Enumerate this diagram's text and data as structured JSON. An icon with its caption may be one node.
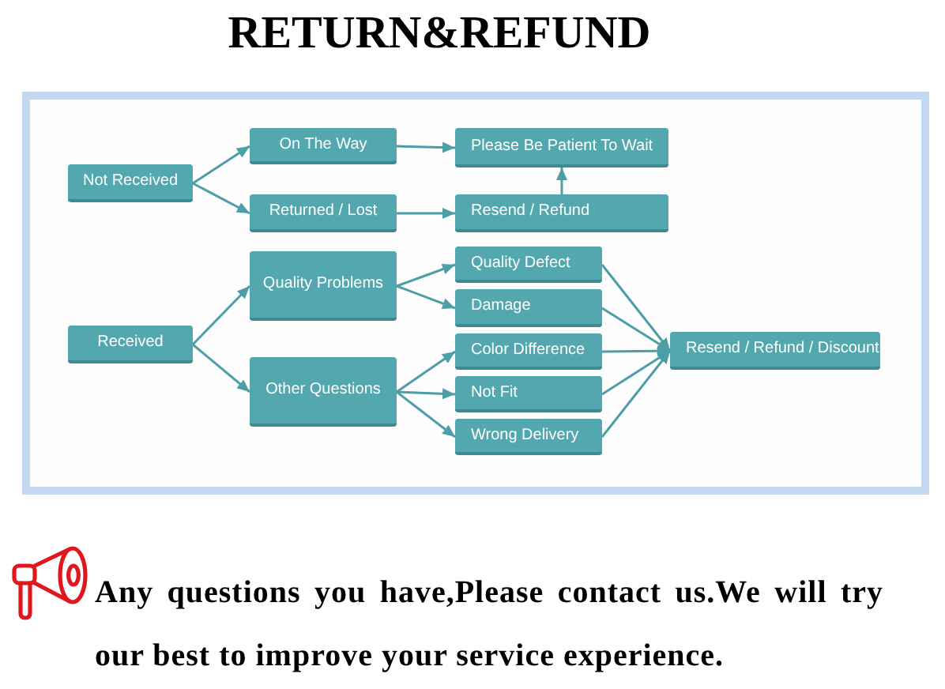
{
  "diagram": {
    "title": "RETURN&REFUND",
    "nodes": [
      {
        "text": [
          "Not Received"
        ]
      },
      {
        "text": [
          "On The Way"
        ]
      },
      {
        "text": [
          "Returned / Lost"
        ]
      },
      {
        "text": [
          "Please Be Patient To Wait"
        ]
      },
      {
        "text": [
          "Resend / Refund"
        ]
      },
      {
        "text": [
          "Received"
        ]
      },
      {
        "text": [
          "Quality Problems"
        ]
      },
      {
        "text": [
          "Other Questions"
        ]
      },
      {
        "text": [
          "Quality Defect"
        ]
      },
      {
        "text": [
          "Damage"
        ]
      },
      {
        "text": [
          "Color Difference"
        ]
      },
      {
        "text": [
          "Not Fit"
        ]
      },
      {
        "text": [
          "Wrong Delivery"
        ]
      },
      {
        "text": [
          "Resend / Refund / Discount"
        ]
      }
    ],
    "edges": [
      {
        "from": 0,
        "to": 1,
        "arrow": "to"
      },
      {
        "from": 0,
        "to": 2,
        "arrow": "to"
      },
      {
        "from": 1,
        "to": 3,
        "arrow": "to"
      },
      {
        "from": 2,
        "to": 4,
        "arrow": "to"
      },
      {
        "from": 4,
        "to": 3,
        "arrow": "to"
      },
      {
        "from": 5,
        "to": 6,
        "arrow": "to"
      },
      {
        "from": 5,
        "to": 7,
        "arrow": "to"
      },
      {
        "from": 6,
        "to": 8,
        "arrow": "to"
      },
      {
        "from": 6,
        "to": 9,
        "arrow": "to"
      },
      {
        "from": 7,
        "to": 10,
        "arrow": "to"
      },
      {
        "from": 7,
        "to": 11,
        "arrow": "to"
      },
      {
        "from": 7,
        "to": 12,
        "arrow": "to"
      },
      {
        "from": 8,
        "to": 13,
        "arrow": "to"
      },
      {
        "from": 9,
        "to": 13,
        "arrow": "to"
      },
      {
        "from": 10,
        "to": 13,
        "arrow": "to"
      },
      {
        "from": 11,
        "to": 13,
        "arrow": "to"
      },
      {
        "from": 12,
        "to": 13,
        "arrow": "to"
      }
    ],
    "caption": "Any questions you have,Please contact us.We will try our best to improve your service experience."
  }
}
